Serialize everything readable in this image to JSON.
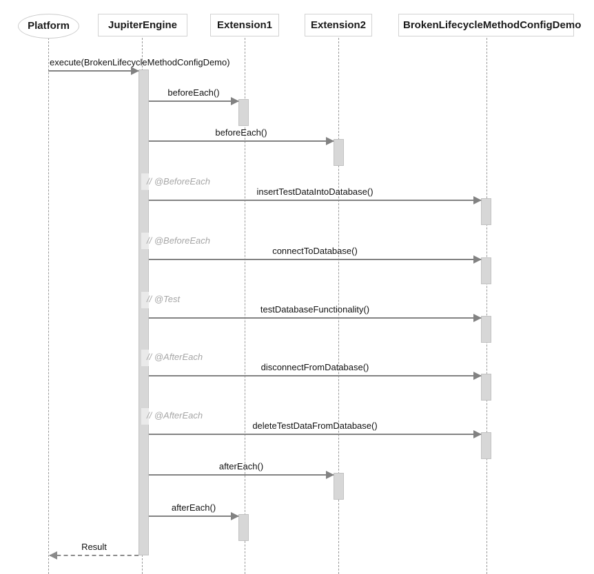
{
  "diagram_type": "uml-sequence-diagram",
  "participants": [
    {
      "name": "Platform",
      "shape": "ellipse"
    },
    {
      "name": "JupiterEngine",
      "shape": "rect"
    },
    {
      "name": "Extension1",
      "shape": "rect"
    },
    {
      "name": "Extension2",
      "shape": "rect"
    },
    {
      "name": "BrokenLifecycleMethodConfigDemo",
      "shape": "rect"
    }
  ],
  "messages": [
    {
      "label": "execute(BrokenLifecycleMethodConfigDemo)",
      "from": "Platform",
      "to": "JupiterEngine",
      "type": "sync"
    },
    {
      "label": "beforeEach()",
      "from": "JupiterEngine",
      "to": "Extension1",
      "type": "sync"
    },
    {
      "label": "beforeEach()",
      "from": "JupiterEngine",
      "to": "Extension2",
      "type": "sync"
    },
    {
      "label": "insertTestDataIntoDatabase()",
      "from": "JupiterEngine",
      "to": "BrokenLifecycleMethodConfigDemo",
      "type": "sync",
      "comment": "// @BeforeEach"
    },
    {
      "label": "connectToDatabase()",
      "from": "JupiterEngine",
      "to": "BrokenLifecycleMethodConfigDemo",
      "type": "sync",
      "comment": "// @BeforeEach"
    },
    {
      "label": "testDatabaseFunctionality()",
      "from": "JupiterEngine",
      "to": "BrokenLifecycleMethodConfigDemo",
      "type": "sync",
      "comment": "// @Test"
    },
    {
      "label": "disconnectFromDatabase()",
      "from": "JupiterEngine",
      "to": "BrokenLifecycleMethodConfigDemo",
      "type": "sync",
      "comment": "// @AfterEach"
    },
    {
      "label": "deleteTestDataFromDatabase()",
      "from": "JupiterEngine",
      "to": "BrokenLifecycleMethodConfigDemo",
      "type": "sync",
      "comment": "// @AfterEach"
    },
    {
      "label": "afterEach()",
      "from": "JupiterEngine",
      "to": "Extension2",
      "type": "sync"
    },
    {
      "label": "afterEach()",
      "from": "JupiterEngine",
      "to": "Extension1",
      "type": "sync"
    },
    {
      "label": "Result",
      "from": "JupiterEngine",
      "to": "Platform",
      "type": "return-dashed"
    }
  ],
  "comments": [
    {
      "text": "// @BeforeEach"
    },
    {
      "text": "// @BeforeEach"
    },
    {
      "text": "// @Test"
    },
    {
      "text": "// @AfterEach"
    },
    {
      "text": "// @AfterEach"
    }
  ],
  "colors": {
    "background": "#ffffff",
    "box_border": "#d2d2d2",
    "lifeline": "#999999",
    "arrow": "#828282",
    "activation_fill": "#d7d7d7",
    "activation_border": "#c2c2c2",
    "comment_text": "#a6a6a6",
    "label_text": "#111111"
  }
}
